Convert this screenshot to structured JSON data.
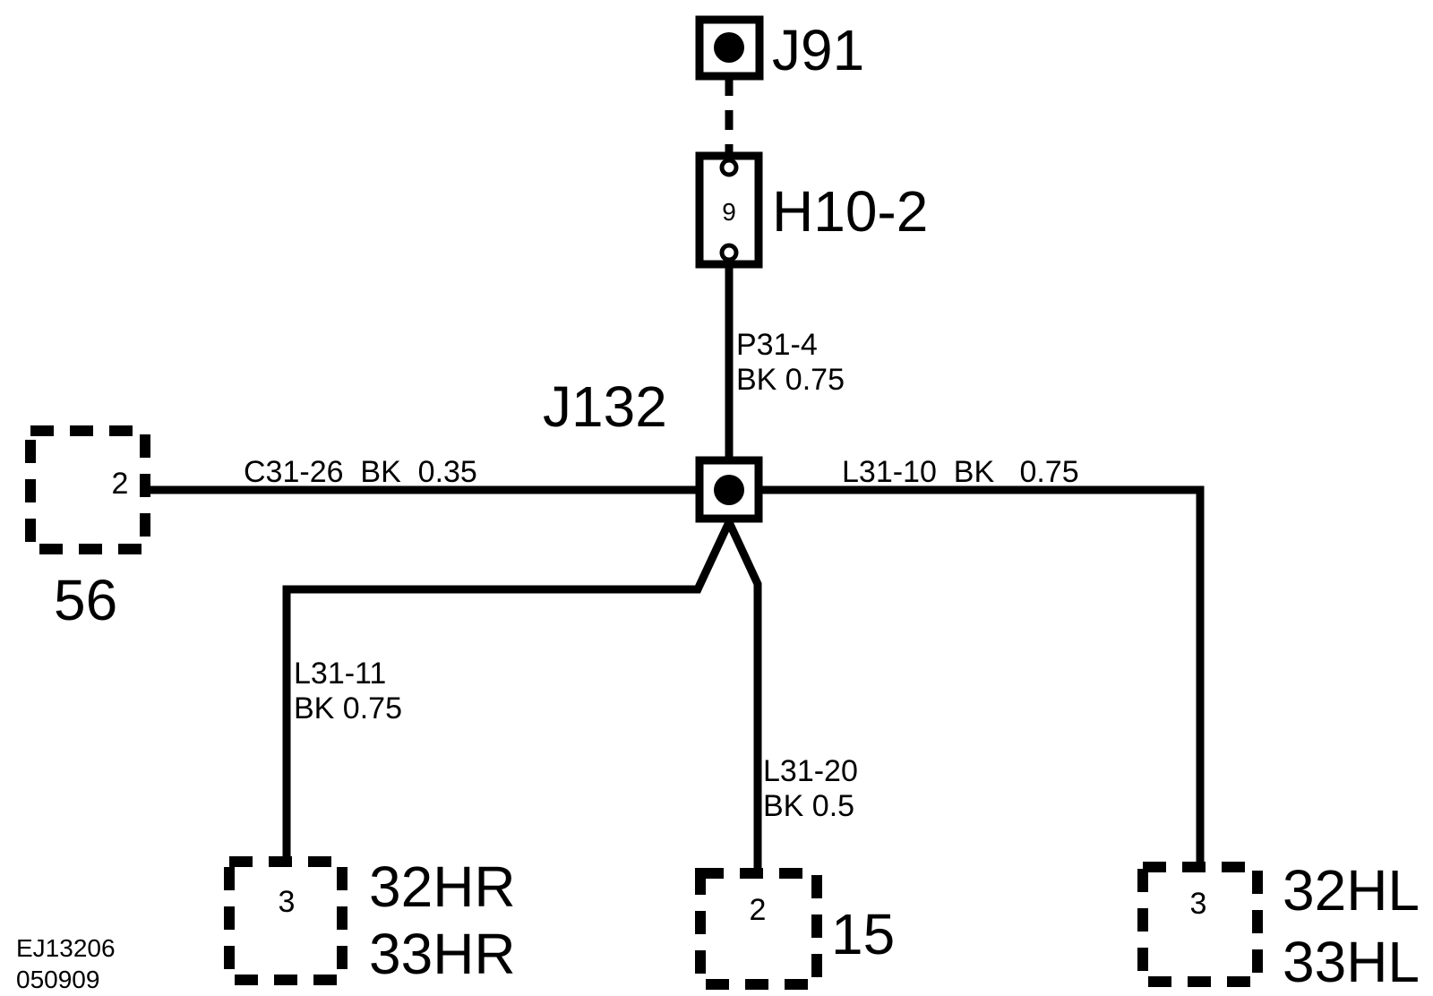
{
  "diagram": {
    "colors": {
      "ink": "#000000",
      "background": "#ffffff"
    },
    "connectors": {
      "j91": {
        "label": "J91"
      },
      "h10_2": {
        "label": "H10-2",
        "pin": "9"
      },
      "j132": {
        "label": "J132"
      },
      "c56": {
        "label": "56",
        "pin": "2"
      },
      "c32hr": {
        "label_line1": "32HR",
        "label_line2": "33HR",
        "pin": "3"
      },
      "c15": {
        "label": "15",
        "pin": "2"
      },
      "c32hl": {
        "label_line1": "32HL",
        "label_line2": "33HL",
        "pin": "3"
      }
    },
    "wires": {
      "p31_4": {
        "circuit": "P31-4",
        "spec": "BK 0.75"
      },
      "c31_26": {
        "text": "C31-26  BK  0.35"
      },
      "l31_10": {
        "text": "L31-10  BK   0.75"
      },
      "l31_11": {
        "circuit": "L31-11",
        "spec": "BK 0.75"
      },
      "l31_20": {
        "circuit": "L31-20",
        "spec": "BK 0.5"
      }
    },
    "footer": {
      "line1": "EJ13206",
      "line2": "050909"
    }
  }
}
